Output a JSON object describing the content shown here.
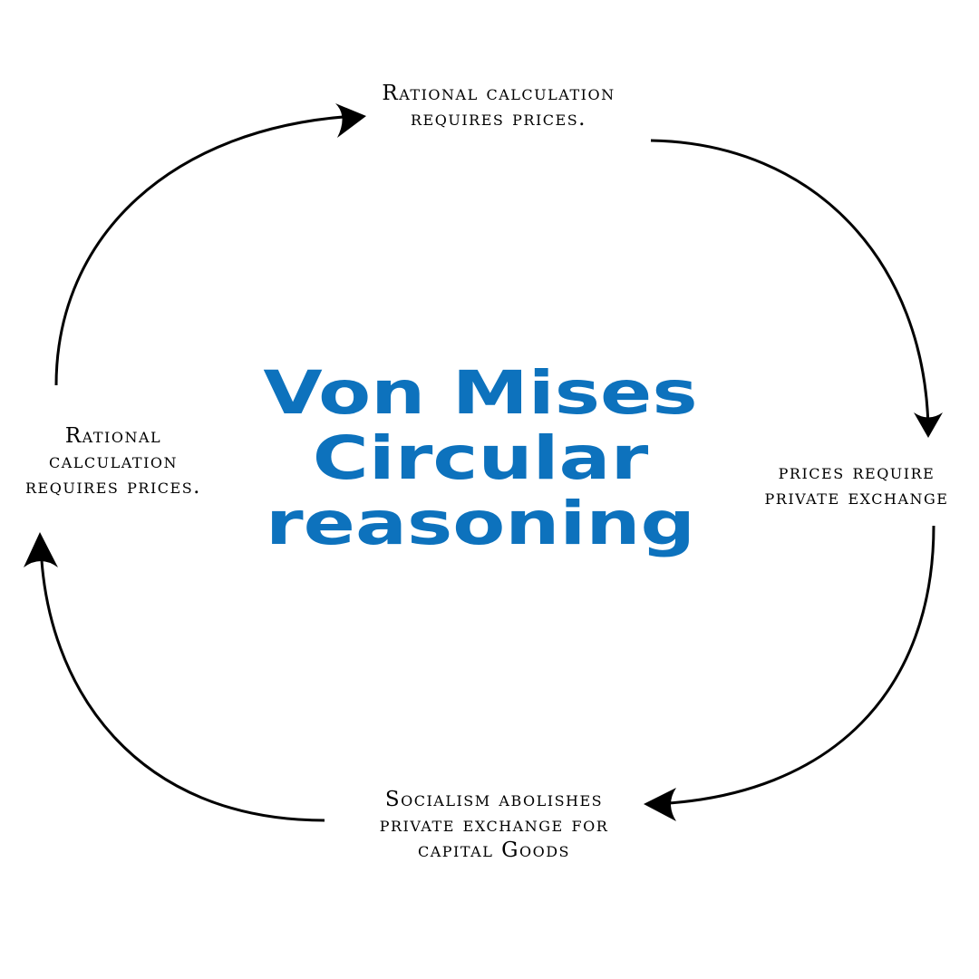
{
  "title": {
    "lines": [
      "Von Mises",
      "Circular",
      "reasoning"
    ]
  },
  "colors": {
    "title": "#0d72bd",
    "text": "#000000",
    "arrows": "#000000",
    "background": "#ffffff"
  },
  "nodes": {
    "top": {
      "lines": [
        "Rational calculation",
        "requires prices."
      ]
    },
    "right": {
      "lines": [
        "prices require",
        "private exchange"
      ]
    },
    "bottom": {
      "lines": [
        "Socialism abolishes",
        "private exchange for",
        "capital Goods"
      ]
    },
    "left": {
      "lines": [
        "Rational",
        "calculation",
        "requires prices."
      ]
    }
  },
  "edges": [
    {
      "from": "left",
      "to": "top"
    },
    {
      "from": "top",
      "to": "right"
    },
    {
      "from": "right",
      "to": "bottom"
    },
    {
      "from": "bottom",
      "to": "left"
    }
  ]
}
